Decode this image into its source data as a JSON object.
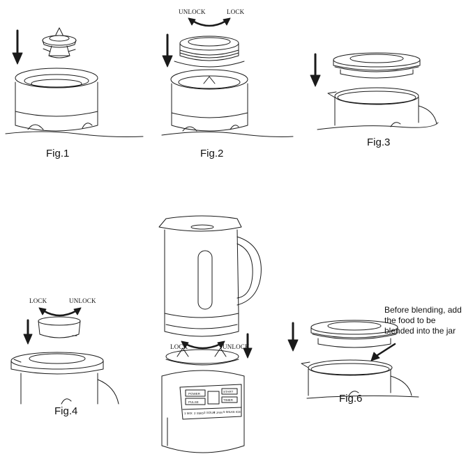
{
  "figures": [
    {
      "caption": "Fig.1"
    },
    {
      "caption": "Fig.2",
      "rotate_labels": [
        "UNLOCK",
        "LOCK"
      ]
    },
    {
      "caption": "Fig.3"
    },
    {
      "caption": "Fig.4",
      "rotate_labels": [
        "LOCK",
        "UNLOCK"
      ]
    },
    {
      "caption": "",
      "rotate_labels": [
        "LOCK",
        "UNLOCK"
      ]
    },
    {
      "caption": "Fig.6"
    }
  ],
  "note_lines": [
    "Before blending, add",
    "the food to be",
    "blended into the jar"
  ],
  "panel_buttons": [
    "POWER",
    "START",
    "PULSE",
    "TIMER",
    "1 MIX",
    "2 SMO",
    "3 SOUP",
    "4 JAM",
    "5 MILK",
    "6 ICE"
  ],
  "line_color": "#1a1a1a"
}
